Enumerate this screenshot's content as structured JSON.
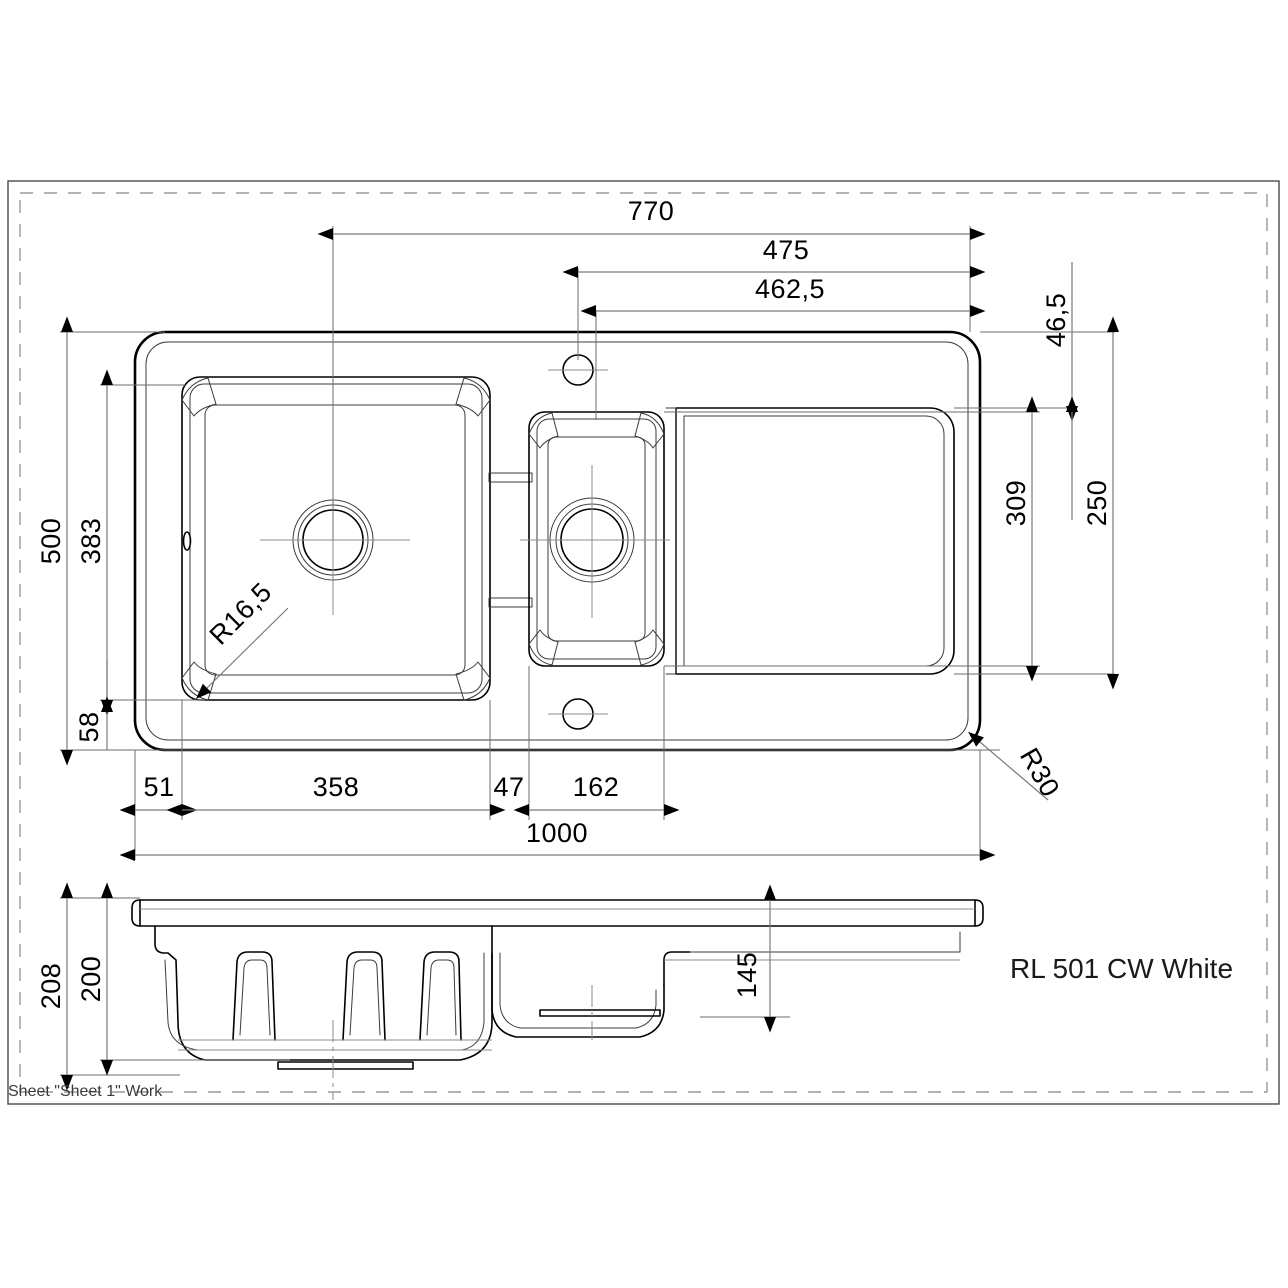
{
  "document": {
    "title_label": "RL 501 CW White",
    "sheet_note": "Sheet \"Sheet 1\" Work",
    "units": "mm"
  },
  "dimensions": {
    "top": {
      "overall_770": "770",
      "bowl2_475": "475",
      "bowl2_462_5": "462,5"
    },
    "right": {
      "offset_46_5": "46,5",
      "drainer_250": "250",
      "drainer_309": "309"
    },
    "left": {
      "overall_500": "500",
      "bowl_383": "383",
      "edge_58": "58"
    },
    "bottom": {
      "edge_51": "51",
      "bowl1_358": "358",
      "rib_47": "47",
      "bowl2_162": "162",
      "overall_1000": "1000"
    },
    "radii": {
      "bowl_corner": "R16,5",
      "outer_corner": "R30"
    },
    "section": {
      "total_depth_208": "208",
      "bowl_depth_200": "200",
      "drainer_depth_145": "145"
    }
  },
  "colors": {
    "line": "#000000",
    "dimension": "#7a7a7a",
    "frame": "#9a9a9a",
    "text": "#000000"
  },
  "features": {
    "tap_hole_upper": "tap-hole",
    "tap_hole_lower": "tap-hole",
    "drain_bowl_main": "drain-outlet",
    "drain_bowl_half": "drain-outlet",
    "overflow_slot": "overflow-slot"
  }
}
